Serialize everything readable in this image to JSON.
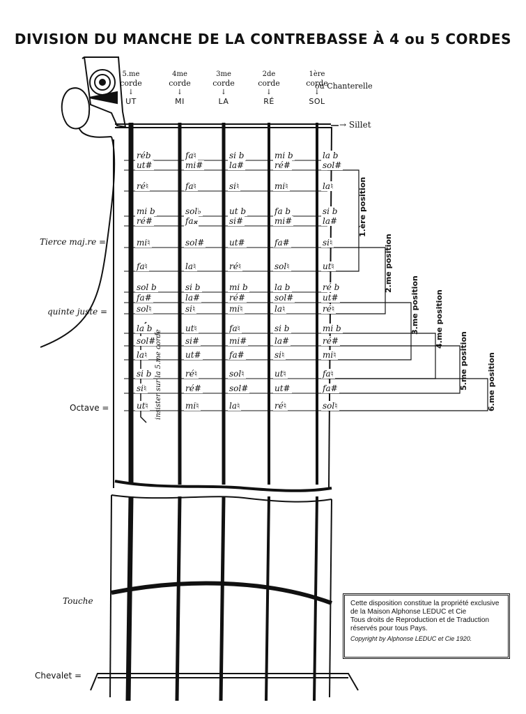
{
  "title": "DIVISION DU MANCHE DE LA CONTREBASSE À 4 ou 5 CORDES",
  "strings": [
    {
      "ordinal": "5.me",
      "word": "corde",
      "name": "UT"
    },
    {
      "ordinal": "4me",
      "word": "corde",
      "name": "MI"
    },
    {
      "ordinal": "3me",
      "word": "corde",
      "name": "LA"
    },
    {
      "ordinal": "2de",
      "word": "corde",
      "name": "RÉ"
    },
    {
      "ordinal": "1ère",
      "word": "corde",
      "name": "SOL"
    }
  ],
  "chanterelle": "ou Chanterelle",
  "sillet": "Sillet",
  "side_labels": {
    "tierce": "Tierce maj.re =",
    "quinte": "quinte juste =",
    "octave": "Octave =",
    "touche": "Touche",
    "chevalet": "Chevalet ="
  },
  "insist_note": "insister sur la 5.me corde",
  "notes_rows": [
    [
      "réb",
      "fa♮",
      "si b",
      "mi b",
      "la b"
    ],
    [
      "ut#",
      "mi#",
      "la#",
      "ré#",
      "sol#"
    ],
    [
      "ré♮",
      "fa♮",
      "si♮",
      "mi♮",
      "la♮"
    ],
    [
      "mi b",
      "sol♭",
      "ut b",
      "fa b",
      "si b"
    ],
    [
      "ré#",
      "fa𝄪",
      "si#",
      "mi#",
      "la#"
    ],
    [
      "mi♮",
      "sol#",
      "ut#",
      "fa#",
      "si♮"
    ],
    [
      "fa♮",
      "la♮",
      "ré♮",
      "sol♮",
      "ut♮"
    ],
    [
      "sol b",
      "si b",
      "mi b",
      "la b",
      "ré b"
    ],
    [
      "fa#",
      "la#",
      "ré#",
      "sol#",
      "ut#"
    ],
    [
      "sol♮",
      "si♮",
      "mi♮",
      "la♮",
      "ré♮"
    ],
    [
      "la b",
      "ut♮",
      "fa♮",
      "si b",
      "mi b"
    ],
    [
      "sol#",
      "si#",
      "mi#",
      "la#",
      "ré#"
    ],
    [
      "la♮",
      "ut#",
      "fa#",
      "si♮",
      "mi♮"
    ],
    [
      "si b",
      "ré♮",
      "sol♮",
      "ut♮",
      "fa♮"
    ],
    [
      "si♮",
      "ré#",
      "sol#",
      "ut#",
      "fa#"
    ],
    [
      "ut♮",
      "mi♮",
      "la♮",
      "ré♮",
      "sol♮"
    ]
  ],
  "positions": [
    "1.ère position",
    "2.me position",
    "3.me position",
    "4.me position",
    "5.me position",
    "6.me position"
  ],
  "copyright": {
    "line1": "Cette disposition constitue la propriété exclusive",
    "line2": "de la Maison Alphonse LEDUC et Cie",
    "line3": "Tous droits de Reproduction et de Traduction",
    "line4": "réservés pour tous Pays.",
    "sig": "Copyright by Alphonse LEDUC et Cie 1920."
  }
}
